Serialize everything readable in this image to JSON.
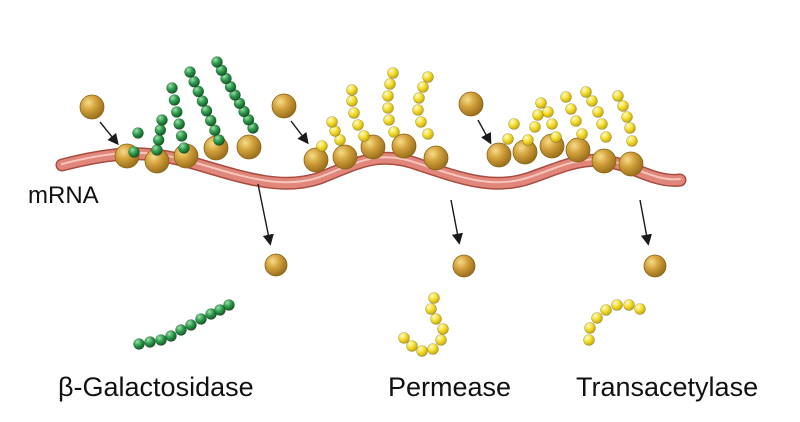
{
  "diagram": {
    "mrna_label": "mRNA",
    "proteins": [
      {
        "name": "β-Galactosidase",
        "color": "#2e9e4e"
      },
      {
        "name": "Permease",
        "color": "#f2d82a"
      },
      {
        "name": "Transacetylase",
        "color": "#f6ee36"
      }
    ]
  },
  "colors": {
    "ribosome": "#c9962f",
    "ribosome_highlight": "#f3d27a",
    "mrna_strand": "#e0867a",
    "mrna_edge": "#a94b3f",
    "arrow": "#1a1a1a"
  }
}
